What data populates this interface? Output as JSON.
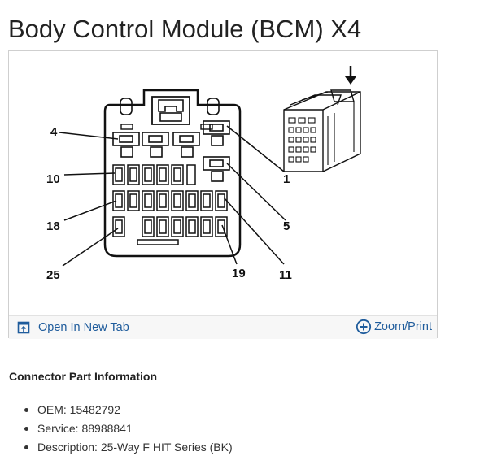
{
  "page": {
    "title": "Body Control Module (BCM) X4"
  },
  "diagram": {
    "callouts": [
      "4",
      "10",
      "18",
      "25",
      "1",
      "5",
      "11",
      "19"
    ]
  },
  "footer": {
    "open_tab_label": "Open In New Tab",
    "zoom_print_label": "Zoom/Print"
  },
  "connector_info": {
    "heading": "Connector Part Information",
    "items": [
      {
        "label": "OEM: ",
        "value": "15482792"
      },
      {
        "label": "Service: ",
        "value": "88988841"
      },
      {
        "label": "Description: ",
        "value": "25-Way F HIT Series (BK)"
      }
    ]
  }
}
